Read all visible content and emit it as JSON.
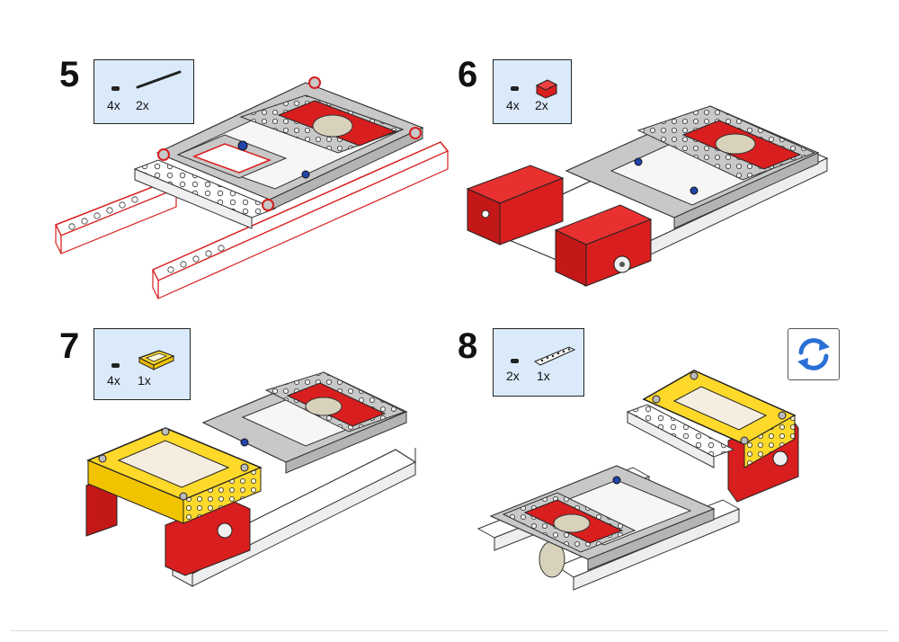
{
  "steps": [
    {
      "number": "5",
      "parts": [
        {
          "qty": "4x",
          "icon": "connector-peg-icon"
        },
        {
          "qty": "2x",
          "icon": "long-axle-icon"
        }
      ]
    },
    {
      "number": "6",
      "parts": [
        {
          "qty": "4x",
          "icon": "connector-peg-icon"
        },
        {
          "qty": "2x",
          "icon": "red-motor-block-icon"
        }
      ]
    },
    {
      "number": "7",
      "parts": [
        {
          "qty": "4x",
          "icon": "connector-peg-icon"
        },
        {
          "qty": "1x",
          "icon": "yellow-frame-icon"
        }
      ]
    },
    {
      "number": "8",
      "parts": [
        {
          "qty": "2x",
          "icon": "connector-peg-icon"
        },
        {
          "qty": "1x",
          "icon": "beam-icon"
        }
      ]
    }
  ],
  "rotate_button": {
    "icon": "rotate-arrows-icon"
  },
  "colors": {
    "parts_box_bg": "#dbeafa",
    "frame_gray": "#c8c8c8",
    "brick_red": "#d81e1e",
    "frame_yellow": "#ffd92a",
    "pin_blue": "#2244aa",
    "rotate_blue": "#2a6fd6"
  }
}
